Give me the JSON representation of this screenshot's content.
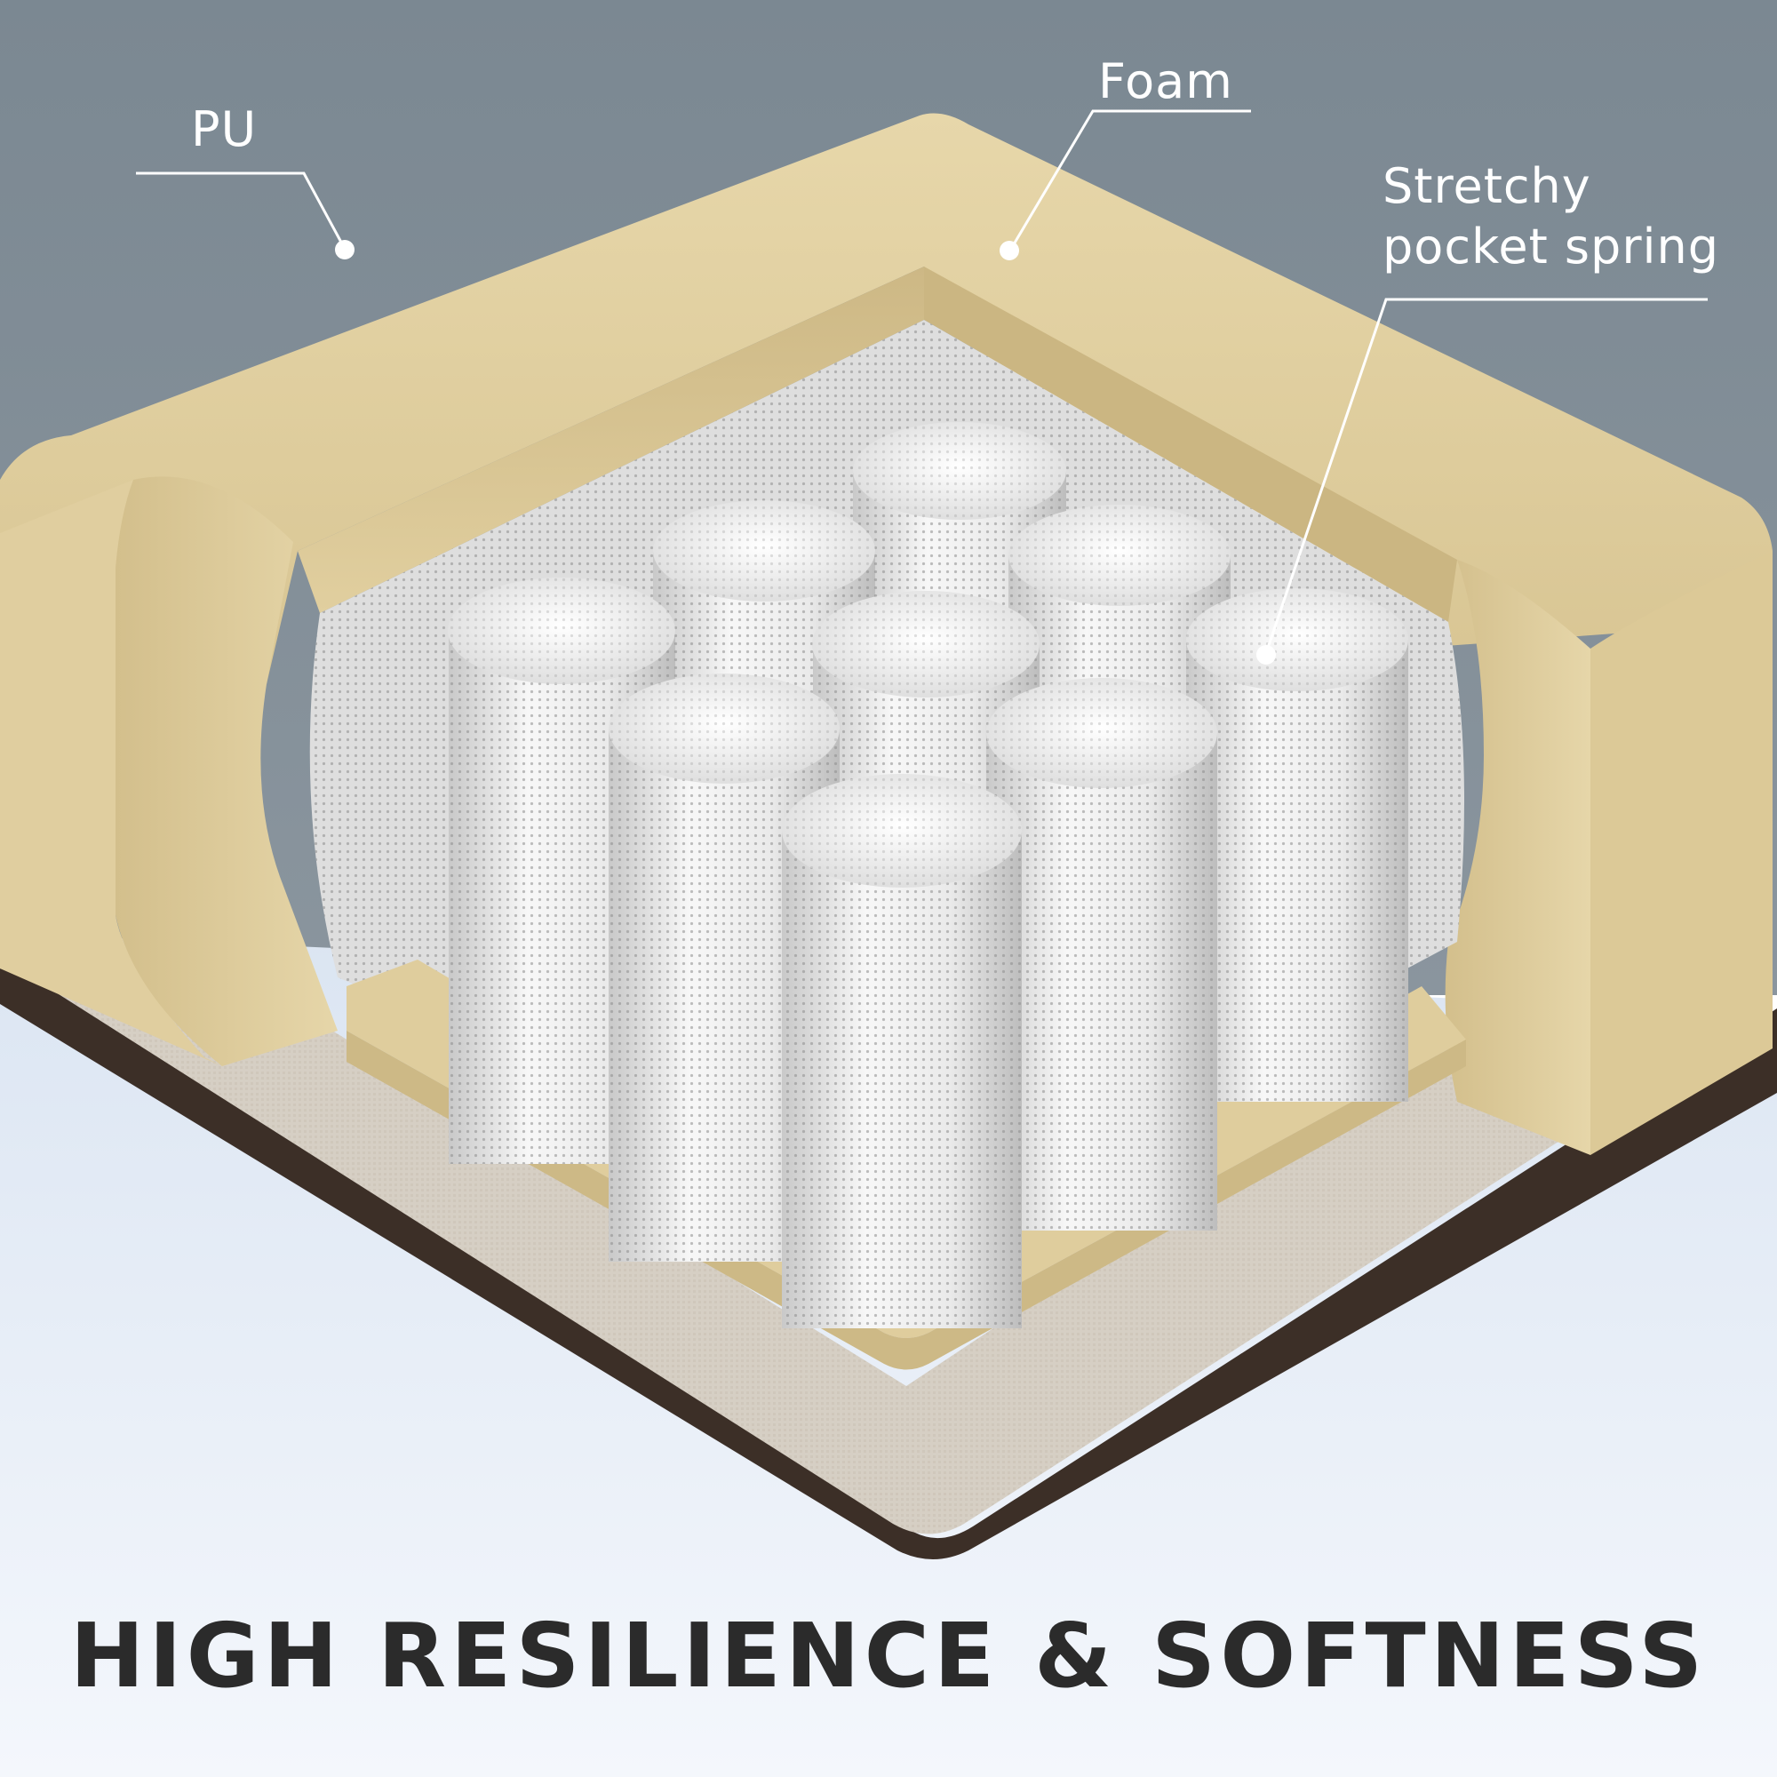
{
  "callouts": {
    "pu_label": "PU",
    "foam_label": "Foam",
    "spring_label_line1": "Stretchy",
    "spring_label_line2": "pocket spring"
  },
  "headline": "HIGH RESILIENCE & SOFTNESS",
  "colors": {
    "background_top": "#7e8a93",
    "background_bottom": "#eef3fb",
    "foam": "#ddcb9c",
    "spring_fabric": "#eeeeee",
    "base_fabric": "#d6cfc4",
    "leather_edge": "#3c2f27",
    "callout": "#ffffff",
    "headline": "#2b2b2b"
  }
}
